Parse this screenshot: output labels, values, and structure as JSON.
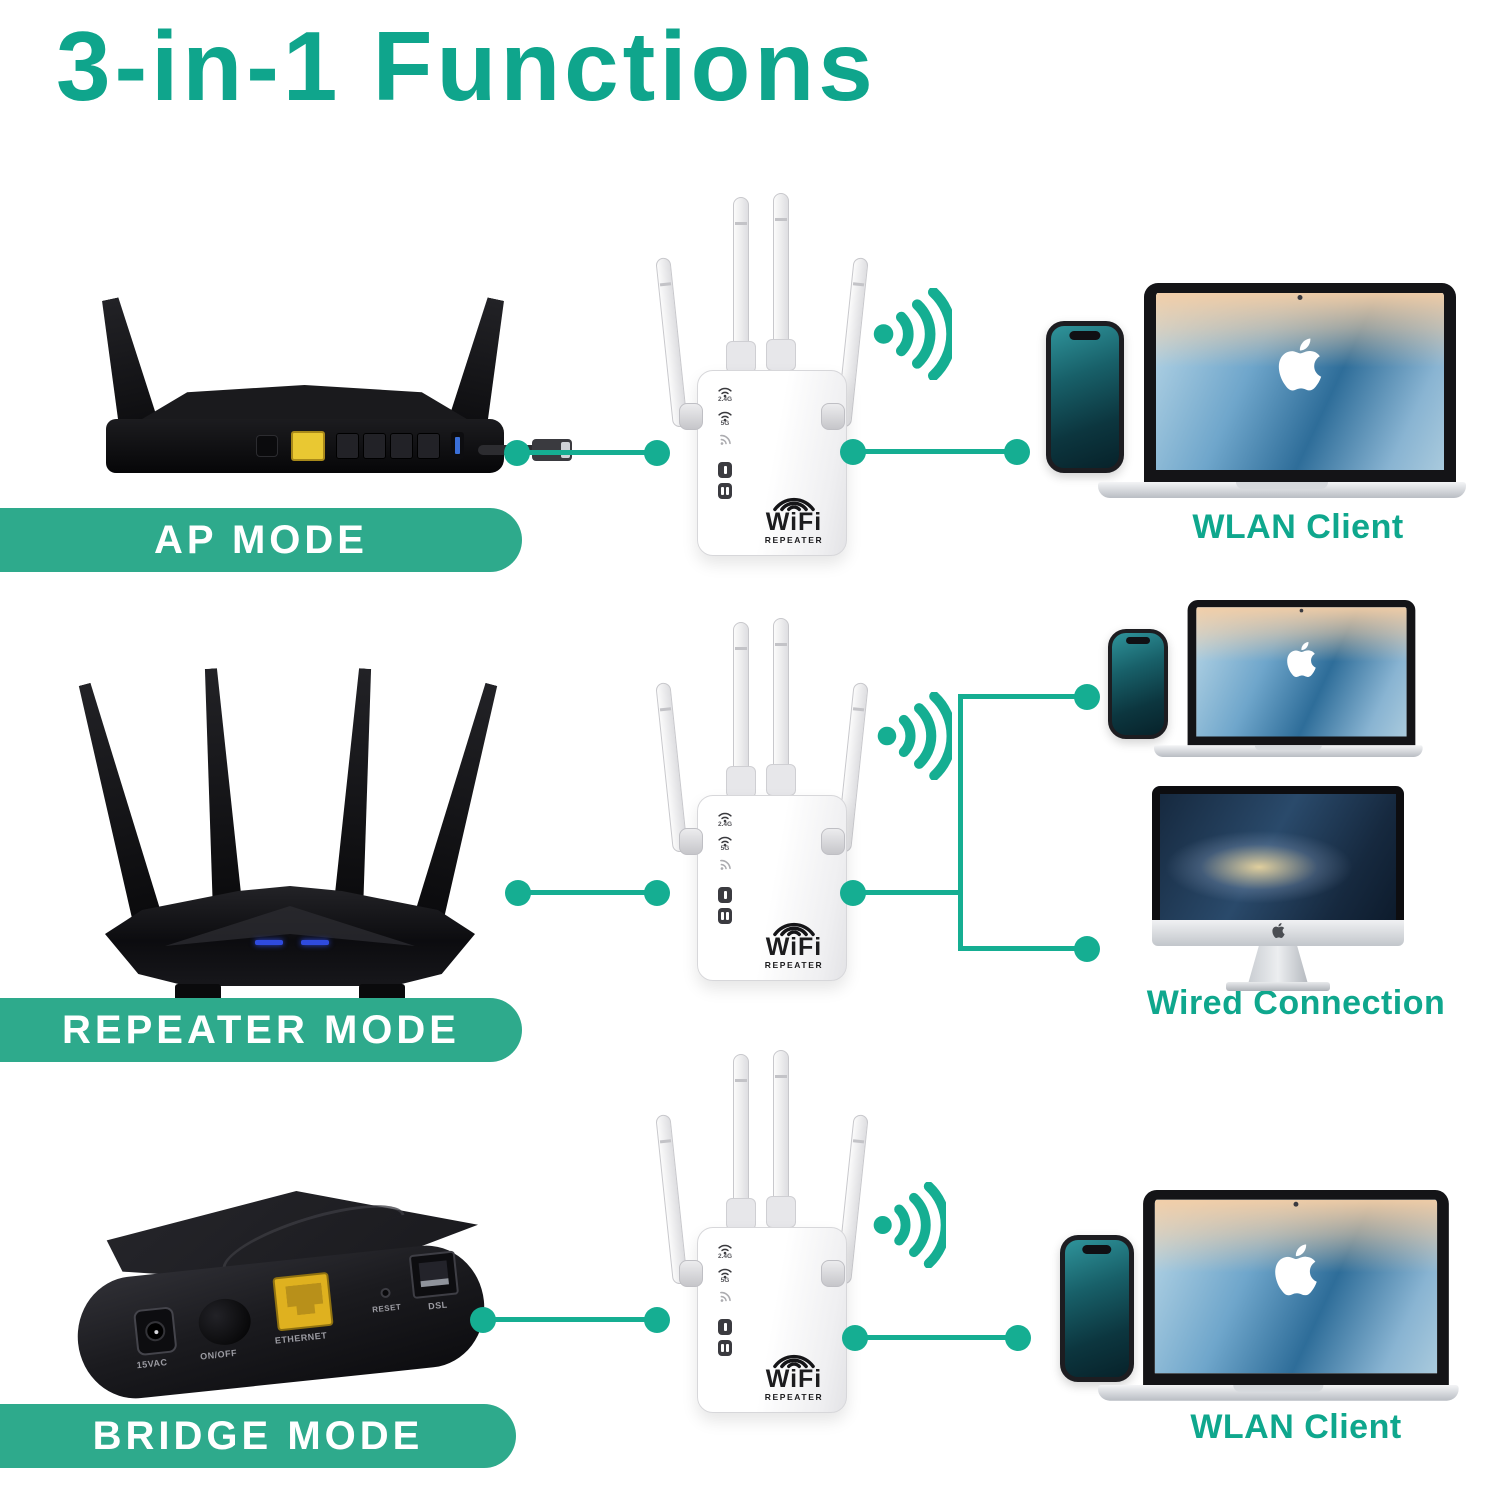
{
  "title": "3-in-1 Functions",
  "colors": {
    "title": "#0fa58c",
    "pill": "#2eaa8c",
    "pill_text": "#ffffff",
    "line": "#15ae92",
    "client_label": "#0fa78d"
  },
  "rows": [
    {
      "mode_label": "AP MODE",
      "client_label": "WLAN Client"
    },
    {
      "mode_label": "REPEATER MODE",
      "client_label": "Wired Connection"
    },
    {
      "mode_label": "BRIDGE MODE",
      "client_label": "WLAN Client"
    }
  ],
  "repeater": {
    "logo_top": "WiFi",
    "logo_bottom": "REPEATER",
    "led_2_4g": "2.4G",
    "led_5g": "5G"
  },
  "modem": {
    "port_labels": {
      "power": "15VAC",
      "switch": "ON/OFF",
      "ethernet": "ETHERNET",
      "reset": "RESET",
      "dsl": "DSL"
    }
  },
  "icons": {
    "wifi_signal": "wifi-waves-right",
    "repeater_leds": [
      "wifi-2.4g",
      "wifi-5g",
      "signal",
      "wps-button",
      "power-button"
    ],
    "apple_logo": "apple"
  }
}
